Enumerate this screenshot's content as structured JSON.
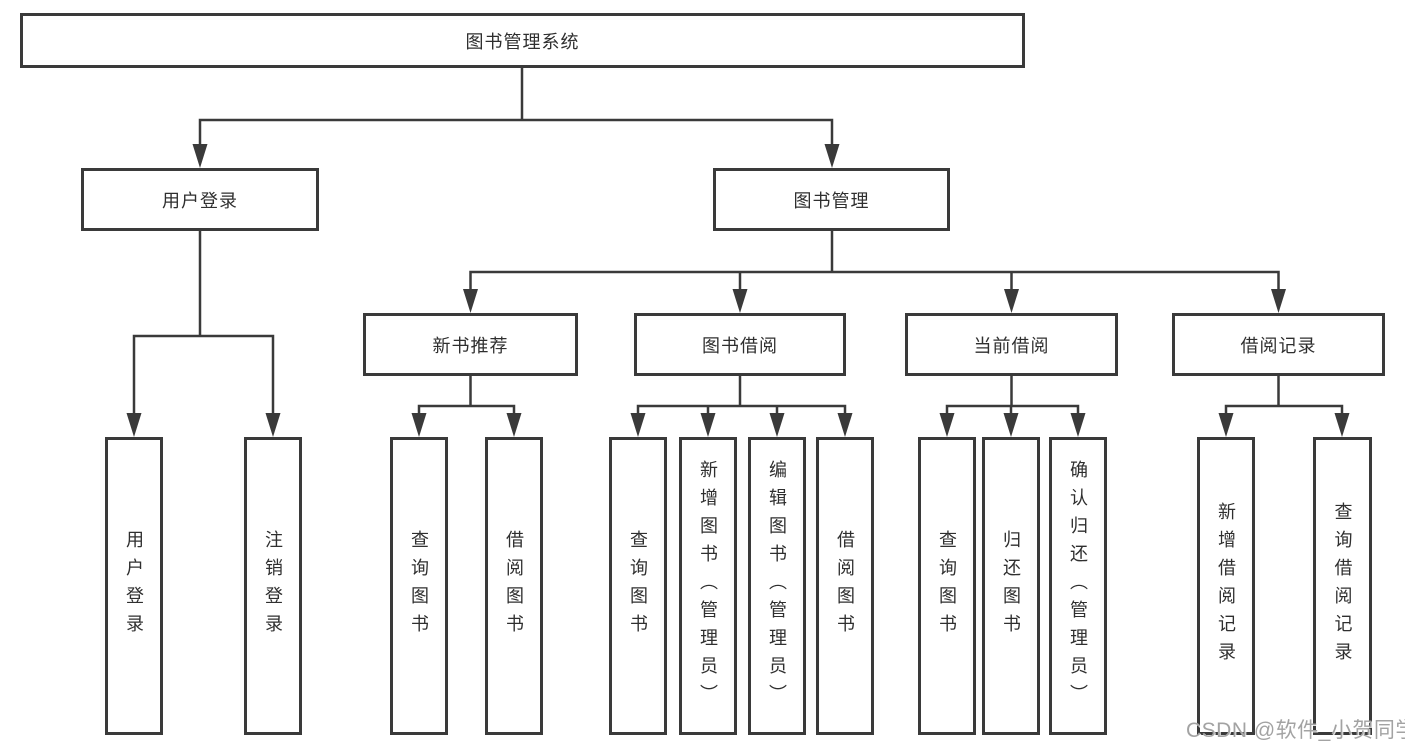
{
  "diagram": {
    "title": "图书管理系统",
    "watermark": "CSDN @软件_小贺同学",
    "colors": {
      "line": "#3a3a3a",
      "text": "#2f2f2f",
      "background": "#ffffff",
      "watermark": "#a3a3a3",
      "box_fill": "#ffffff"
    },
    "nodes": {
      "root": {
        "label": "图书管理系统"
      },
      "user_login": {
        "label": "用户登录"
      },
      "book_mgmt": {
        "label": "图书管理"
      },
      "new_book_rec": {
        "label": "新书推荐"
      },
      "book_borrow": {
        "label": "图书借阅"
      },
      "current_borrow": {
        "label": "当前借阅"
      },
      "borrow_record": {
        "label": "借阅记录"
      },
      "leaf_user_login": {
        "label": "用户登录"
      },
      "leaf_logout": {
        "label": "注销登录"
      },
      "leaf_rec_query_book": {
        "label": "查询图书"
      },
      "leaf_rec_borrow_book": {
        "label": "借阅图书"
      },
      "leaf_bor_query_book": {
        "label": "查询图书"
      },
      "leaf_bor_add_book": {
        "label": "新增图书（管理员）"
      },
      "leaf_bor_edit_book": {
        "label": "编辑图书（管理员）"
      },
      "leaf_bor_borrow_book": {
        "label": "借阅图书"
      },
      "leaf_cur_query_book": {
        "label": "查询图书"
      },
      "leaf_cur_return_book": {
        "label": "归还图书"
      },
      "leaf_cur_confirm_return": {
        "label": "确认归还（管理员）"
      },
      "leaf_rec_add_record": {
        "label": "新增借阅记录"
      },
      "leaf_rec_query_record": {
        "label": "查询借阅记录"
      }
    }
  }
}
